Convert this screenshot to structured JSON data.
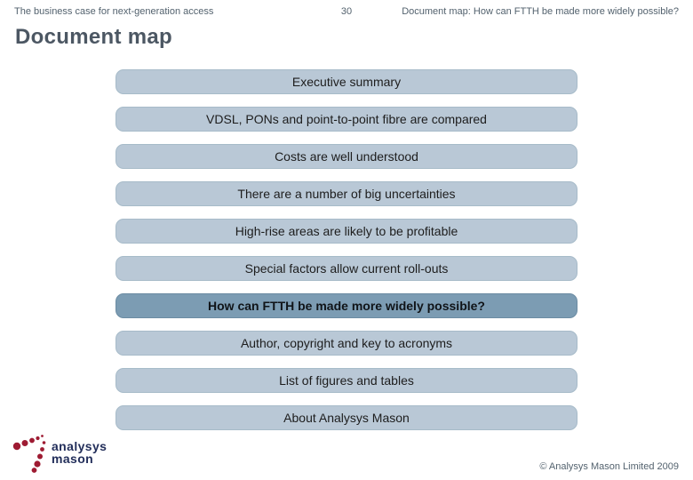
{
  "header": {
    "left": "The business case for next-generation access",
    "page_number": "30",
    "right": "Document map: How can FTTH be made more widely possible?"
  },
  "title": "Document map",
  "map": {
    "items": [
      {
        "label": "Executive summary",
        "highlighted": false
      },
      {
        "label": "VDSL, PONs and point-to-point fibre are compared",
        "highlighted": false
      },
      {
        "label": "Costs are well understood",
        "highlighted": false
      },
      {
        "label": "There are a number of big uncertainties",
        "highlighted": false
      },
      {
        "label": "High-rise areas are likely to be profitable",
        "highlighted": false
      },
      {
        "label": "Special factors allow current roll-outs",
        "highlighted": false
      },
      {
        "label": "How can FTTH be made more widely possible?",
        "highlighted": true
      },
      {
        "label": "Author, copyright and key to acronyms",
        "highlighted": false
      },
      {
        "label": "List of figures and tables",
        "highlighted": false
      },
      {
        "label": "About Analysys Mason",
        "highlighted": false
      }
    ]
  },
  "logo": {
    "line1": "analysys",
    "line2": "mason"
  },
  "footer": {
    "copyright": "© Analysys Mason Limited 2009"
  },
  "colors": {
    "bar_background": "#b9c8d6",
    "bar_border": "#a7bbc9",
    "bar_highlight_background": "#7c9cb3",
    "bar_highlight_border": "#6b8ca3",
    "title_text": "#4c5763",
    "header_footer_text": "#53626e",
    "logo_dots": "#9e1b32",
    "logo_text": "#222e5a"
  }
}
